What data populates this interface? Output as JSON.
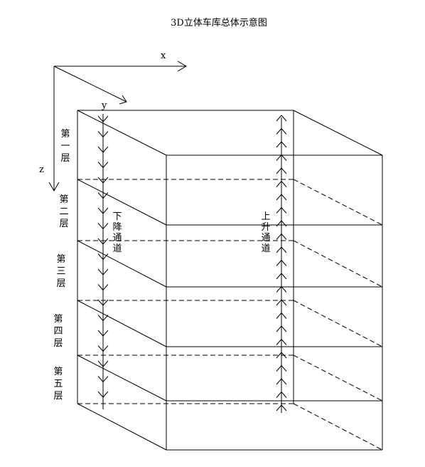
{
  "title": "3D立体车库总体示意图",
  "axes": {
    "x": "x",
    "y": "y",
    "z": "z"
  },
  "floors": [
    "第一层",
    "第二层",
    "第三层",
    "第四层",
    "第五层"
  ],
  "down_channel": "下降通道",
  "up_channel": "上升通道"
}
